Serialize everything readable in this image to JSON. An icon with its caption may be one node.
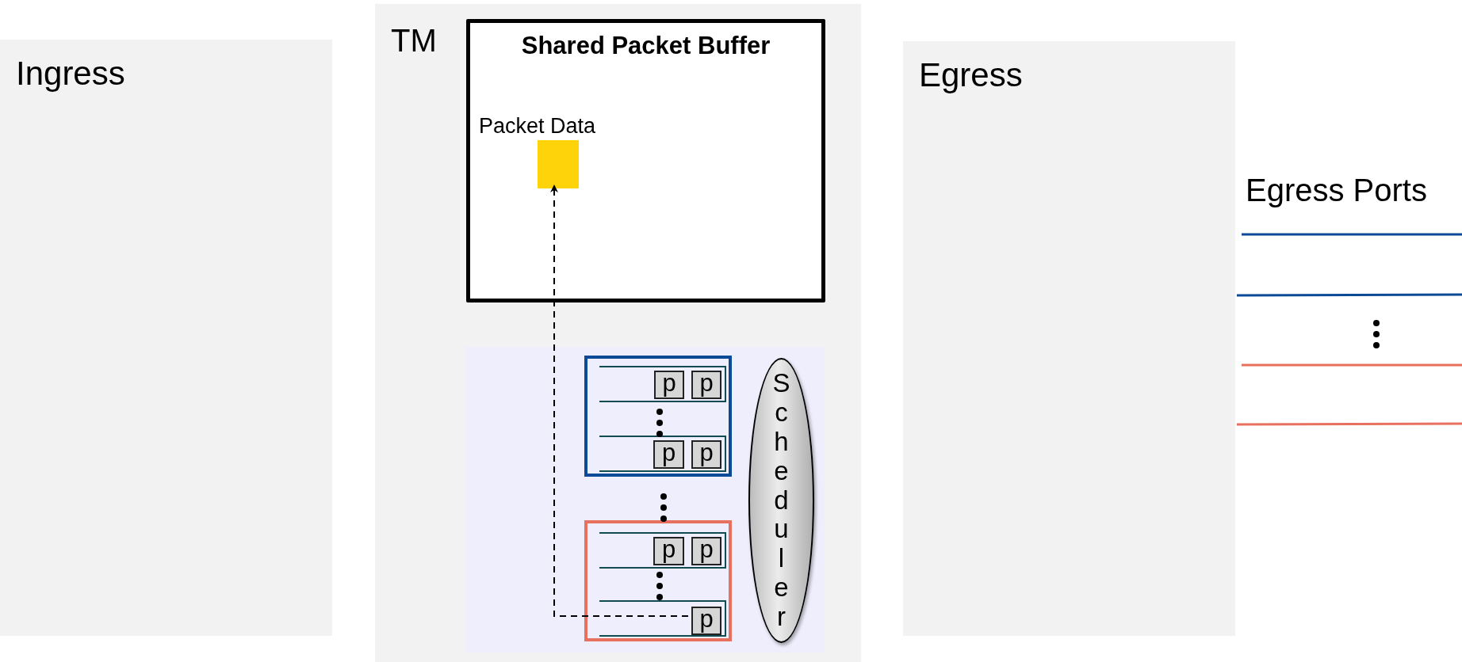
{
  "diagram": {
    "nodes": [
      {
        "text": [
          "Ingress"
        ]
      },
      {
        "text": [
          "TM"
        ]
      },
      {
        "text": [
          "Shared Packet Buffer"
        ],
        "in": 1
      },
      {
        "text": [
          "Packet Data"
        ],
        "in": 2
      },
      {
        "text": [],
        "shape": "box",
        "in": 1
      },
      {
        "text": [],
        "shape": "box",
        "in": 4
      },
      {
        "text": [],
        "shape": "box",
        "in": 5
      },
      {
        "text": [
          "p"
        ],
        "in": 6
      },
      {
        "text": [
          "p"
        ],
        "in": 6
      },
      {
        "text": [],
        "shape": "box",
        "in": 5
      },
      {
        "text": [
          "p"
        ],
        "in": 9
      },
      {
        "text": [
          "p"
        ],
        "in": 9
      },
      {
        "text": [],
        "shape": "box",
        "in": 4
      },
      {
        "text": [],
        "shape": "box",
        "in": 12
      },
      {
        "text": [
          "p"
        ],
        "in": 13
      },
      {
        "text": [
          "p"
        ],
        "in": 13
      },
      {
        "text": [],
        "shape": "box",
        "in": 12
      },
      {
        "text": [
          "p"
        ],
        "in": 16
      },
      {
        "text": [
          "Scheduler"
        ],
        "in": 4
      },
      {
        "text": [
          "Egress"
        ]
      }
    ],
    "edges": [
      {
        "from": 17,
        "to": 3,
        "arrow": "to",
        "style": "dashed"
      }
    ],
    "labels": [
      "Egress Ports"
    ]
  }
}
